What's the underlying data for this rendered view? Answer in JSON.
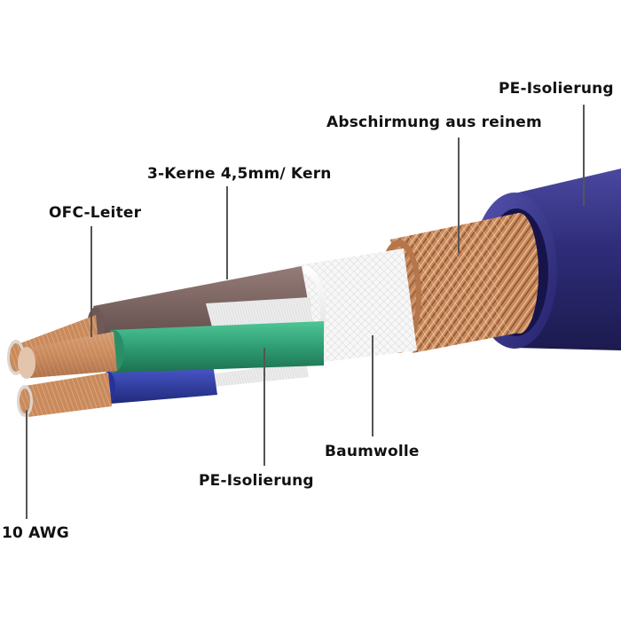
{
  "labels": {
    "outer_insulation": "PE-Isolierung",
    "shielding": "Abschirmung aus reinem",
    "cores": "3-Kerne 4,5mm/ Kern",
    "conductor": "OFC-Leiter",
    "cotton": "Baumwolle",
    "core_insulation": "PE-Isolierung",
    "gauge": "10 AWG"
  },
  "colors": {
    "jacket": "#2e2c78",
    "copper": "#c98a5c",
    "brown_core": "#7a6462",
    "green_core": "#2f9e74",
    "blue_core": "#2f3fa6",
    "cotton": "#f1f1f1",
    "leader_line": "#555555"
  }
}
